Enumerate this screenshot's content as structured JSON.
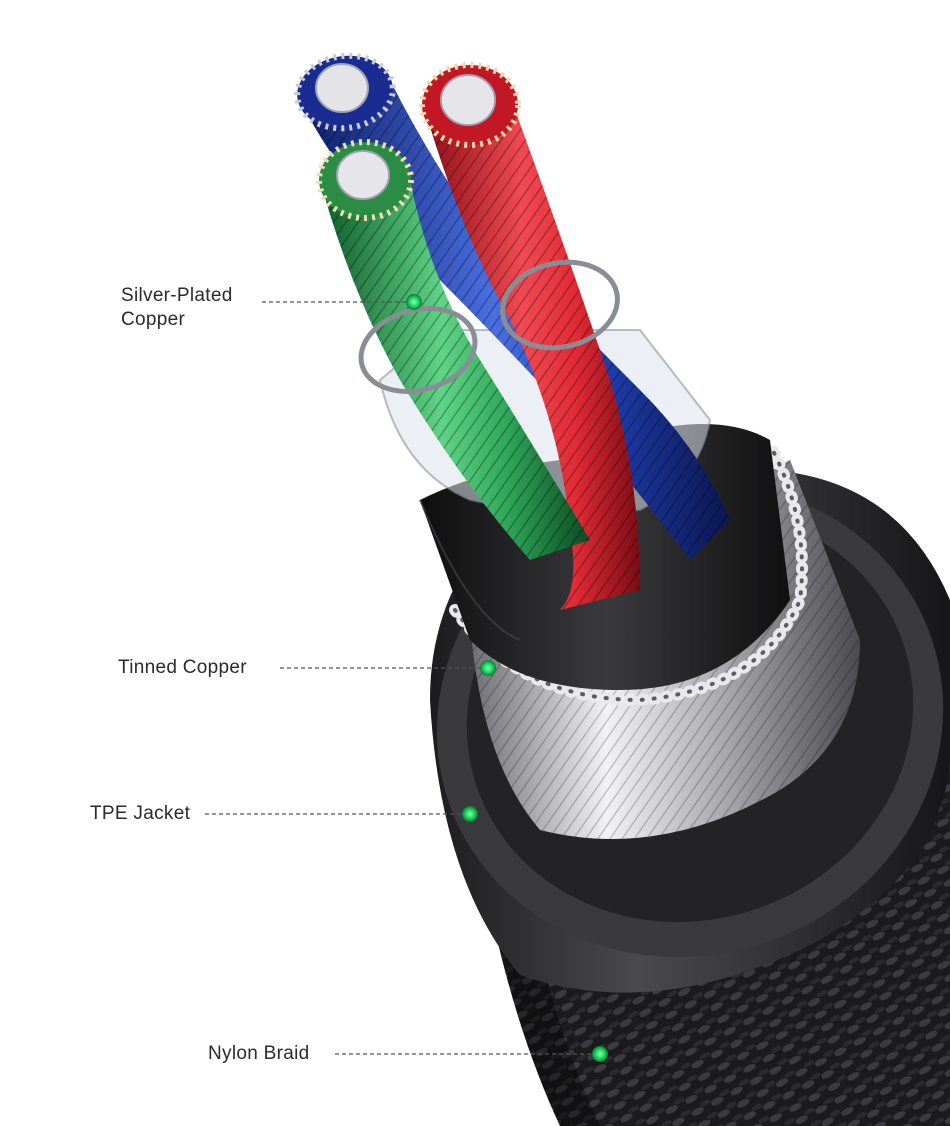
{
  "labels": {
    "silver_plated_copper": {
      "line1": "Silver-Plated",
      "line2": "Copper"
    },
    "tinned_copper": "Tinned Copper",
    "tpe_jacket": "TPE Jacket",
    "nylon_braid": "Nylon Braid"
  },
  "colors": {
    "background": "#ffffff",
    "label_text": "#2b2b2b",
    "leader_line": "#555555",
    "marker": "#1ed760",
    "wire_red": "#e8323c",
    "wire_green": "#2fae5a",
    "wire_blue": "#1f3fb0",
    "braid": "#1e1e20",
    "jacket": "#2a2a2c",
    "shield": "#c9c9cc"
  }
}
